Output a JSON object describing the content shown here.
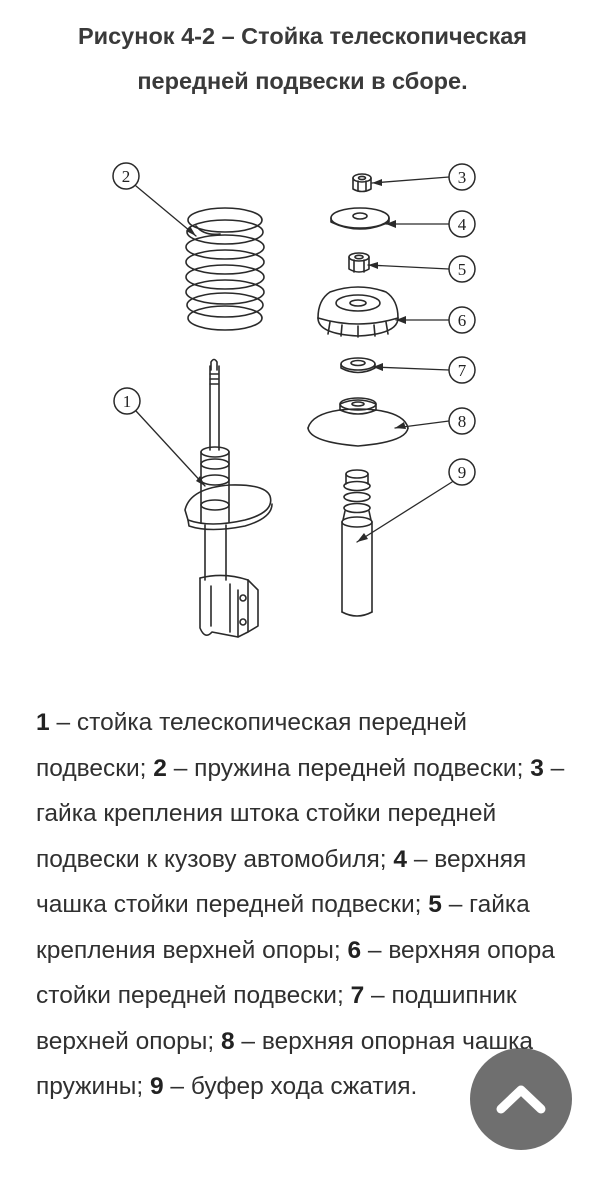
{
  "header": {
    "title_line1": "Рисунок 4-2 – Стойка телескопическая",
    "title_line2": "передней подвески в сборе."
  },
  "figure": {
    "callouts": [
      "1",
      "2",
      "3",
      "4",
      "5",
      "6",
      "7",
      "8",
      "9"
    ]
  },
  "legend": {
    "items": [
      {
        "num": "1",
        "text": " – стойка телескопическая передней подвески; "
      },
      {
        "num": "2",
        "text": " – пружина передней подвески; "
      },
      {
        "num": "3",
        "text": " – гайка крепления штока стойки передней подвески к кузову автомобиля; "
      },
      {
        "num": "4",
        "text": " – верхняя чашка стойки передней подвески; "
      },
      {
        "num": "5",
        "text": " – гайка крепления верхней опоры; "
      },
      {
        "num": "6",
        "text": " – верхняя опора стойки передней подвески; "
      },
      {
        "num": "7",
        "text": " – подшипник верхней опоры; "
      },
      {
        "num": "8",
        "text": " – верхняя опорная чашка пружины; "
      },
      {
        "num": "9",
        "text": " – буфер хода сжатия."
      }
    ]
  },
  "scroll_top_button": {
    "icon": "chevron-up-icon"
  }
}
